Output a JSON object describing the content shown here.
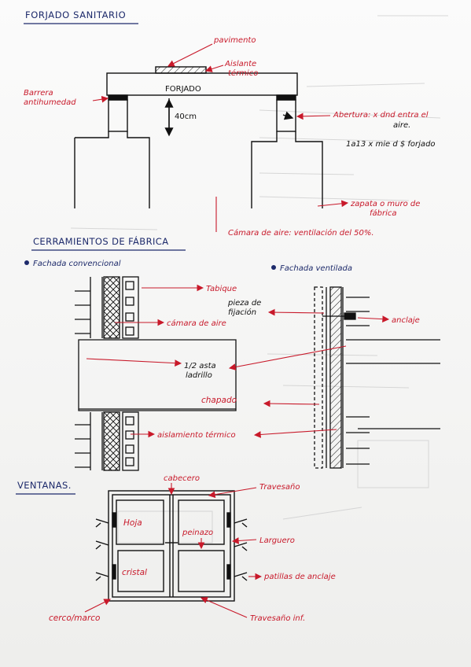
{
  "colors": {
    "blue_ink": "#1d2a6b",
    "red_ink": "#c8192a",
    "black_ink": "#111111",
    "paper": "#f7f7f6"
  },
  "sections": {
    "forjado": {
      "title": "FORJADO SANITARIO",
      "labels": {
        "pavimento": "pavimento",
        "aislante_1": "Aislante",
        "aislante_2": "térmico",
        "forjado": "FORJADO",
        "barrera_1": "Barrera",
        "barrera_2": "antihumedad",
        "altura": "40cm",
        "abertura_1": "Abertura: x dnd entra el",
        "abertura_2": "aire.",
        "abertura_3": "1a13 x mie d $ forjado",
        "zapata_1": "zapata o muro de",
        "zapata_2": "fábrica",
        "camara": "Cámara de aire: ventilación del 50%."
      }
    },
    "cerramientos": {
      "title": "CERRAMIENTOS DE FÁBRICA",
      "subtitle_left": "Fachada convencional",
      "subtitle_right": "Fachada ventilada",
      "labels": {
        "tabique": "Tabique",
        "pieza_1": "pieza de",
        "pieza_2": "fijación",
        "anclaje": "anclaje",
        "camara": "cámara de aire",
        "asta_1": "1/2 asta",
        "asta_2": "ladrillo",
        "chapado": "chapado",
        "aislamiento": "aislamiento térmico"
      }
    },
    "ventanas": {
      "title": "VENTANAS.",
      "labels": {
        "cabecero": "cabecero",
        "travesano": "Travesaño",
        "hoja": "Hoja",
        "peinazo": "peinazo",
        "larguero": "Larguero",
        "cristal": "cristal",
        "patillas": "patillas de anclaje",
        "cerco": "cerco/marco",
        "travesano_inf": "Travesaño inf."
      }
    }
  }
}
